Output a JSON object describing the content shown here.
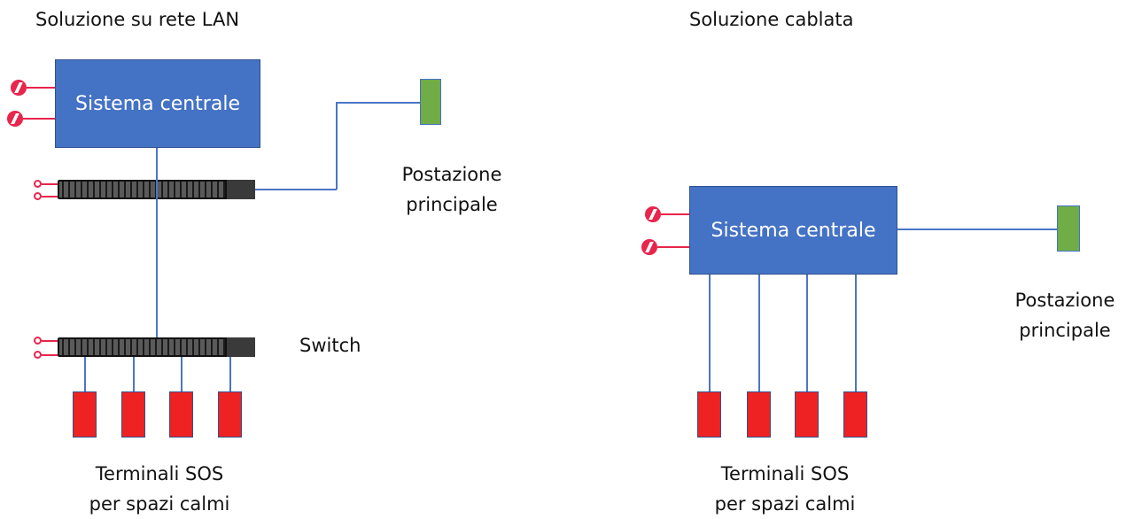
{
  "left": {
    "title": "Soluzione su rete LAN",
    "central_label": "Sistema centrale",
    "postazione_label_1": "Postazione",
    "postazione_label_2": "principale",
    "switch_label": "Switch",
    "terminals_label_1": "Terminali SOS",
    "terminals_label_2": "per spazi calmi"
  },
  "right": {
    "title": "Soluzione cablata",
    "central_label": "Sistema centrale",
    "postazione_label_1": "Postazione",
    "postazione_label_2": "principale",
    "terminals_label_1": "Terminali SOS",
    "terminals_label_2": "per spazi calmi"
  },
  "colors": {
    "central": "#4472c4",
    "postazione": "#70ad47",
    "terminal": "#ee2222",
    "power": "#e8254c",
    "wire": "#4a76c6"
  }
}
